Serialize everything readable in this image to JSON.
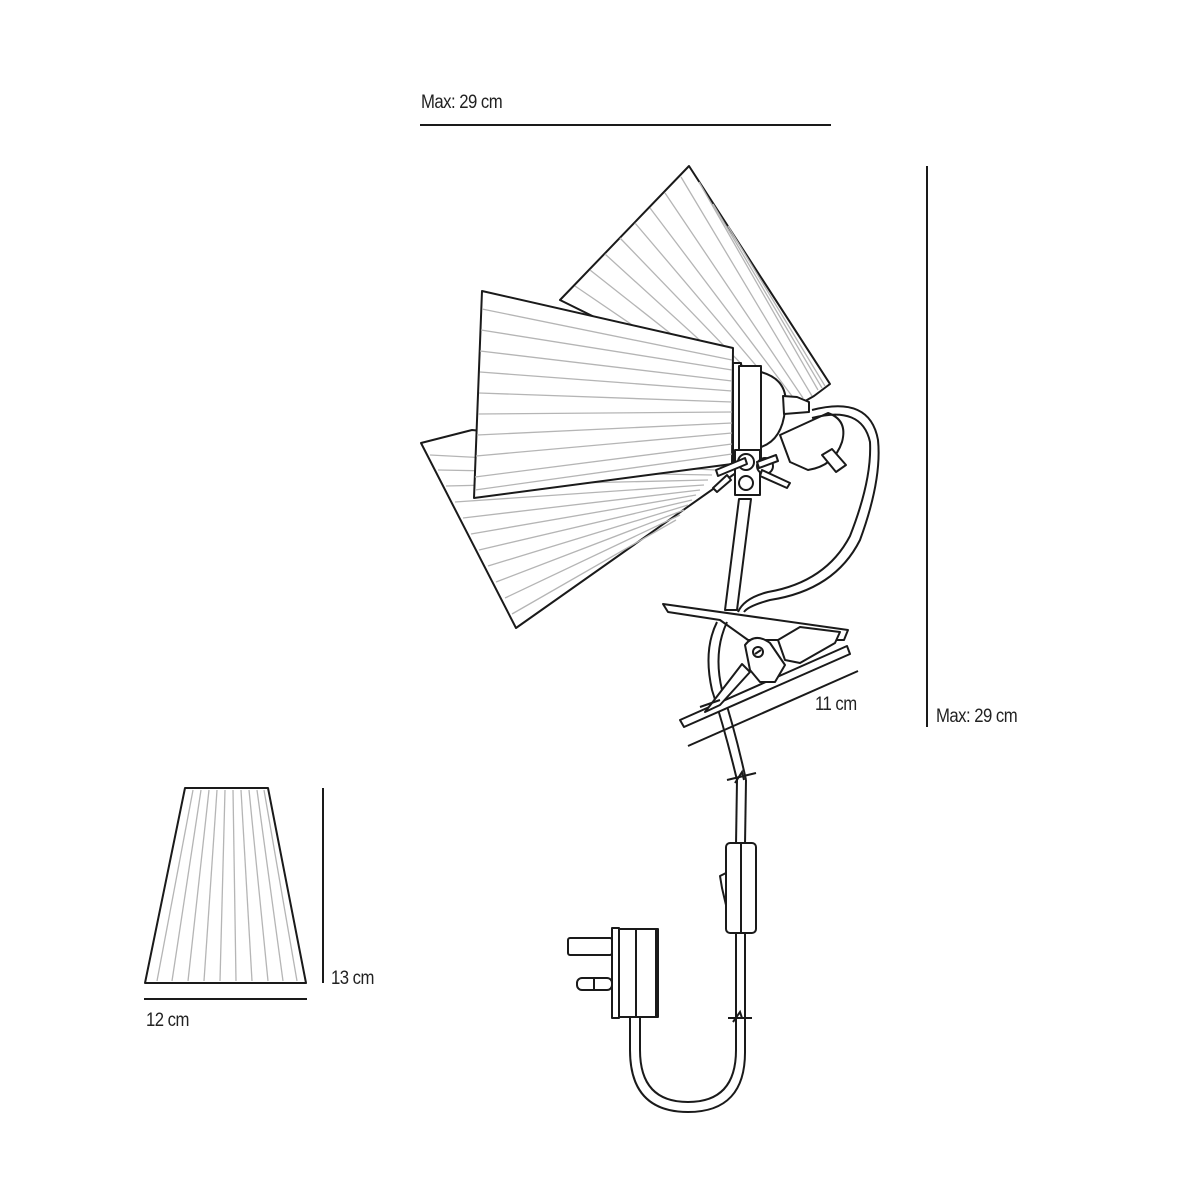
{
  "diagram": {
    "type": "product-dimension-drawing",
    "subject": "clip-on lamp with pleated shade, cord switch and plug",
    "colors": {
      "line": "#1a1a1a",
      "pleat": "#b5b5b5",
      "background": "#ffffff"
    }
  },
  "dimensions": {
    "top_width": {
      "label": "Max: 29 cm",
      "orientation": "horizontal"
    },
    "overall_height": {
      "label": "Max: 29 cm",
      "orientation": "vertical"
    },
    "clip_length": {
      "label": "11 cm",
      "orientation": "diagonal"
    },
    "shade_height": {
      "label": "13 cm",
      "orientation": "vertical"
    },
    "shade_width": {
      "label": "12 cm",
      "orientation": "horizontal"
    }
  },
  "components": [
    {
      "id": "shade-positions",
      "label": "Pleated shade (3 tilt positions)"
    },
    {
      "id": "lamp-holder",
      "label": "Bulb holder and joint"
    },
    {
      "id": "arm",
      "label": "Stem arm"
    },
    {
      "id": "clip",
      "label": "Spring clip"
    },
    {
      "id": "cord",
      "label": "Power cord"
    },
    {
      "id": "inline-switch",
      "label": "Inline switch"
    },
    {
      "id": "plug",
      "label": "Three-pin plug"
    },
    {
      "id": "shade-detail",
      "label": "Shade detail view"
    }
  ]
}
